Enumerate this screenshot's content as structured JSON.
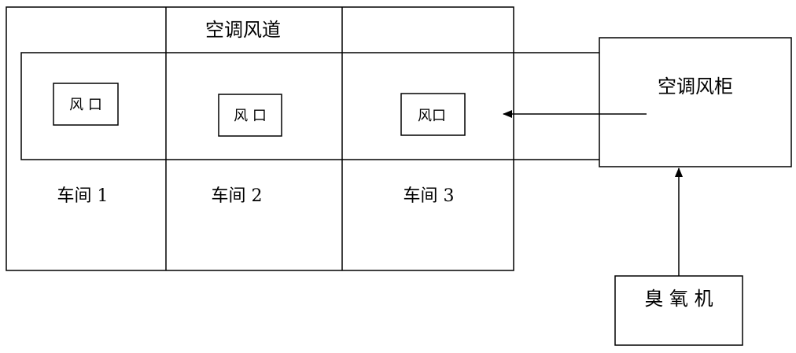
{
  "diagram": {
    "duct_label": "空调风道",
    "vents": [
      {
        "label": "风 口"
      },
      {
        "label": "风 口"
      },
      {
        "label": "风口"
      }
    ],
    "workshops": [
      {
        "label": "车间 1"
      },
      {
        "label": "车间 2"
      },
      {
        "label": "车间 3"
      }
    ],
    "ahu_label": "空调风柜",
    "ozone_label": "臭 氧 机"
  },
  "colors": {
    "stroke": "#000000",
    "background": "#ffffff"
  }
}
